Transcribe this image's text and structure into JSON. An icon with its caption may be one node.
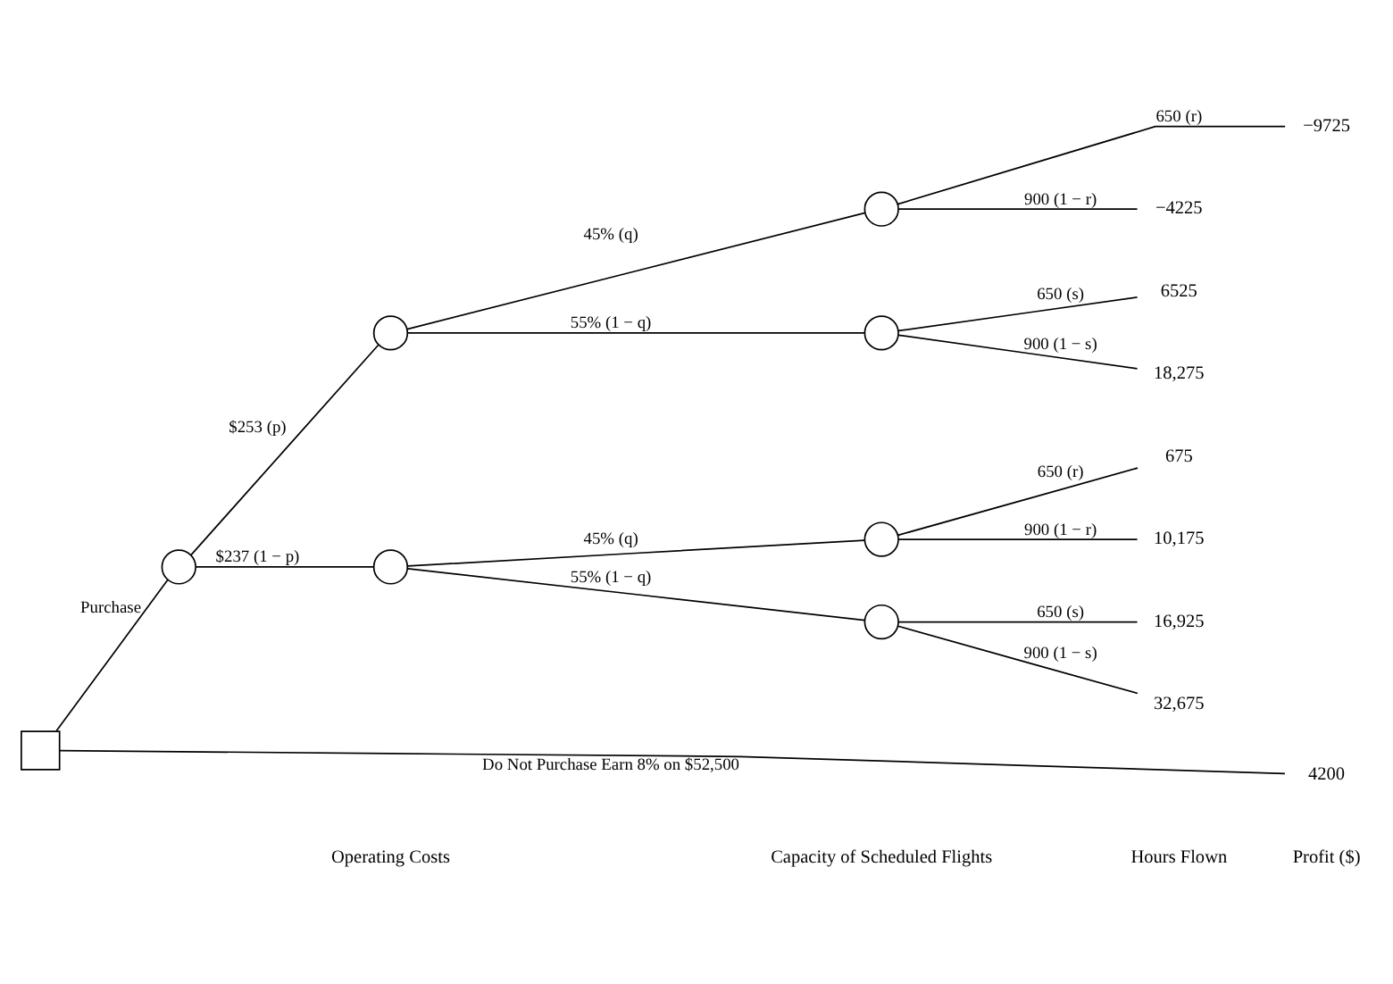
{
  "diagram": {
    "nodes": [
      {
        "text": [],
        "shape": "box"
      },
      {
        "text": [],
        "shape": "circle"
      },
      {
        "text": [],
        "shape": "circle"
      },
      {
        "text": [],
        "shape": "circle"
      },
      {
        "text": [],
        "shape": "circle"
      },
      {
        "text": [],
        "shape": "circle"
      },
      {
        "text": [],
        "shape": "circle"
      },
      {
        "text": [],
        "shape": "circle"
      },
      {
        "text": [
          "−9725"
        ]
      },
      {
        "text": [
          "−4225"
        ]
      },
      {
        "text": [
          "6525"
        ]
      },
      {
        "text": [
          "18,275"
        ]
      },
      {
        "text": [
          "675"
        ]
      },
      {
        "text": [
          "10,175"
        ]
      },
      {
        "text": [
          "16,925"
        ]
      },
      {
        "text": [
          "32,675"
        ]
      },
      {
        "text": [
          "4200"
        ]
      }
    ],
    "edges": [
      {
        "from": 0,
        "to": 1,
        "arrow": "none",
        "label": "Purchase"
      },
      {
        "from": 1,
        "to": 2,
        "arrow": "none",
        "label": "$253 (p)"
      },
      {
        "from": 1,
        "to": 3,
        "arrow": "none",
        "label": "$237 (1 − p)"
      },
      {
        "from": 2,
        "to": 4,
        "arrow": "none",
        "label": "45% (q)"
      },
      {
        "from": 2,
        "to": 5,
        "arrow": "none",
        "label": "55% (1 − q)"
      },
      {
        "from": 3,
        "to": 6,
        "arrow": "none",
        "label": "45% (q)"
      },
      {
        "from": 3,
        "to": 7,
        "arrow": "none",
        "label": "55% (1 − q)"
      },
      {
        "from": 4,
        "to": 8,
        "arrow": "none",
        "label": "650 (r)"
      },
      {
        "from": 4,
        "to": 9,
        "arrow": "none",
        "label": "900 (1 − r)"
      },
      {
        "from": 5,
        "to": 10,
        "arrow": "none",
        "label": "650 (s)"
      },
      {
        "from": 5,
        "to": 11,
        "arrow": "none",
        "label": "900 (1 − s)"
      },
      {
        "from": 6,
        "to": 12,
        "arrow": "none",
        "label": "650 (r)"
      },
      {
        "from": 6,
        "to": 13,
        "arrow": "none",
        "label": "900 (1 − r)"
      },
      {
        "from": 7,
        "to": 14,
        "arrow": "none",
        "label": "650 (s)"
      },
      {
        "from": 7,
        "to": 15,
        "arrow": "none",
        "label": "900 (1 − s)"
      },
      {
        "from": 0,
        "to": 16,
        "arrow": "none",
        "label": "Do Not Purchase Earn 8% on $52,500"
      }
    ],
    "labels": [
      "Operating Costs",
      "Capacity of Scheduled Flights",
      "Hours Flown",
      "Profit ($)"
    ]
  }
}
